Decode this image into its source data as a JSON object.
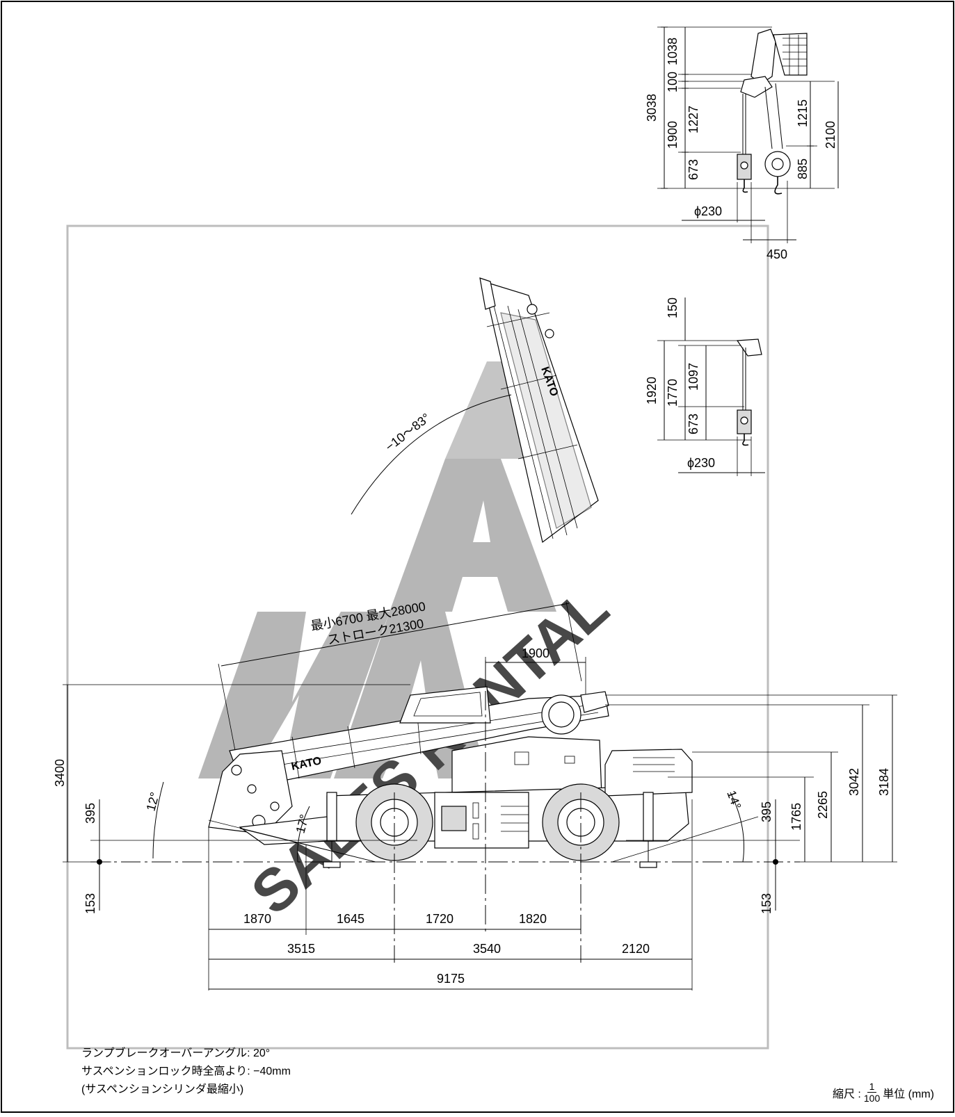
{
  "top_hook_view": {
    "dims": [
      "3038",
      "1038",
      "100",
      "1227",
      "1900",
      "673",
      "1215",
      "2100",
      "885"
    ],
    "phi": "ϕ230",
    "width": "450"
  },
  "single_hook_view": {
    "dims": [
      "150",
      "1920",
      "1770",
      "1097",
      "673"
    ],
    "phi": "ϕ230"
  },
  "boom": {
    "angle": "−10〜83°",
    "length": "最小6700 最大28000",
    "stroke": "ストローク21300",
    "logo": "KATO"
  },
  "heights": {
    "total": "3400",
    "front_clear": "395",
    "rear_clear": "395",
    "ground_left": "153",
    "ground_right": "153",
    "h1765": "1765",
    "h2265": "2265",
    "h3042": "3042",
    "h3184": "3184"
  },
  "angles": {
    "approach_a": "12°",
    "approach_b": "17°",
    "departure": "14°"
  },
  "lengths": {
    "top_1900": "1900",
    "row1": [
      "1870",
      "1645",
      "1720",
      "1820"
    ],
    "row2": [
      "3515",
      "3540",
      "2120"
    ],
    "total": "9175"
  },
  "watermark": "SALES RENTAL",
  "notes": [
    "ランプブレークオーバーアングル: 20°",
    "サスペンションロック時全高より: −40mm",
    "(サスペンションシリンダ最縮小)"
  ],
  "scale": {
    "label": "縮尺 :",
    "numerator": "1",
    "denominator": "100",
    "unit": "単位 (mm)"
  }
}
